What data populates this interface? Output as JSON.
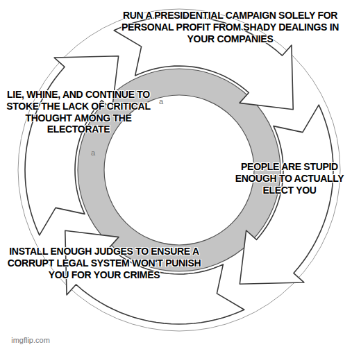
{
  "diagram": {
    "labels": [
      "RUN A PRESIDENTIAL CAMPAIGN SOLELY FOR PERSONAL PROFIT FROM SHADY DEALINGS IN YOUR COMPANIES",
      "LIE, WHINE, AND CONTINUE TO STOKE THE LACK OF CRITICAL THOUGHT AMONG THE ELECTORATE",
      "PEOPLE ARE STUPID ENOUGH TO ACTUALLY ELECT YOU",
      "INSTALL ENOUGH JUDGES TO ENSURE A CORRUPT LEGAL SYSTEM WON'T PUNISH YOU FOR YOUR CRIMES",
      "a",
      "a",
      "imgflip.com"
    ]
  }
}
